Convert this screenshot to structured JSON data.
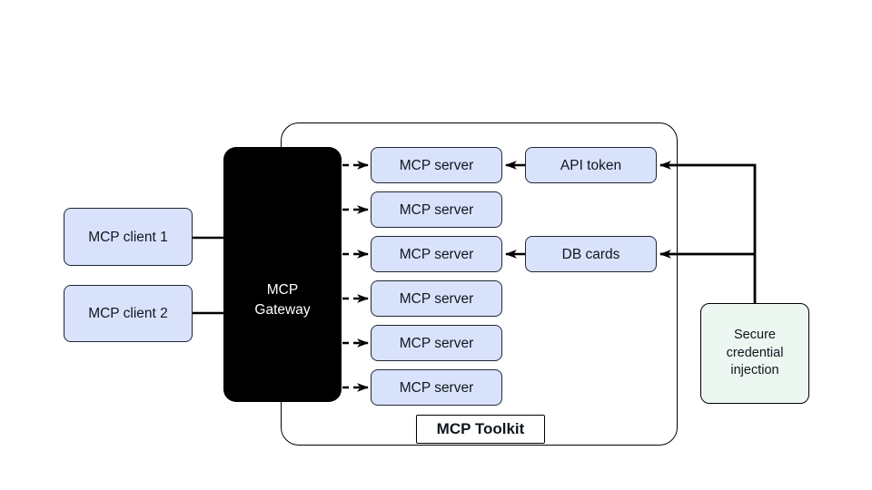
{
  "diagram": {
    "clients": [
      {
        "label": "MCP client 1"
      },
      {
        "label": "MCP client 2"
      }
    ],
    "gateway": {
      "label": "MCP\nGateway"
    },
    "servers": [
      {
        "label": "MCP server"
      },
      {
        "label": "MCP server"
      },
      {
        "label": "MCP server"
      },
      {
        "label": "MCP server"
      },
      {
        "label": "MCP server"
      },
      {
        "label": "MCP server"
      }
    ],
    "credentials": [
      {
        "label": "API token"
      },
      {
        "label": "DB cards"
      }
    ],
    "secure_injection": {
      "label": "Secure\ncredential\ninjection"
    },
    "toolkit": {
      "label": "MCP Toolkit"
    },
    "colors": {
      "node_fill": "#d9e2fb",
      "node_border": "#1f2736",
      "gateway_fill": "#000000",
      "gateway_text": "#ffffff",
      "secure_fill": "#edf7f1",
      "container_border": "#000000",
      "line": "#000000",
      "background": "#ffffff"
    }
  }
}
